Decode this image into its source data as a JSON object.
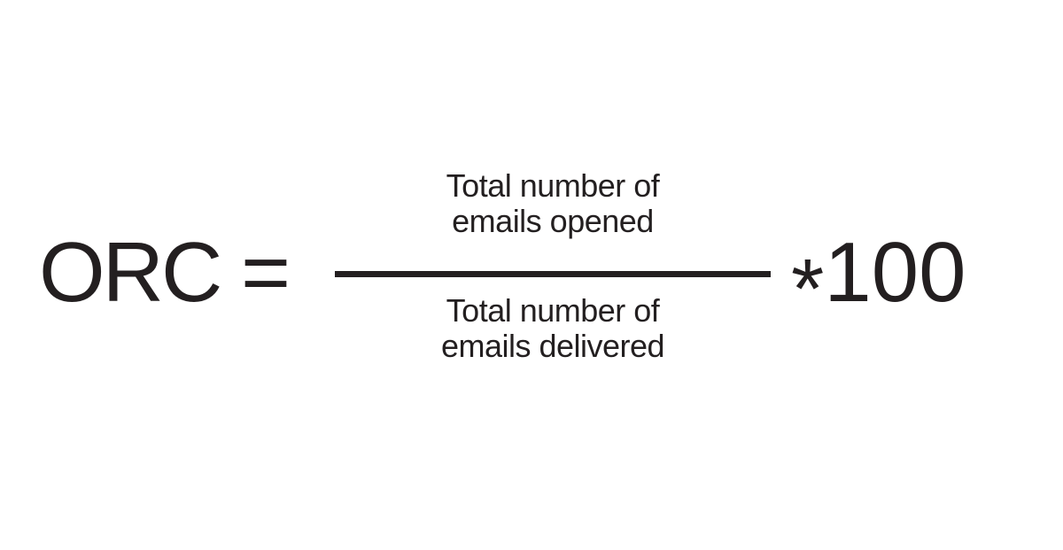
{
  "theme": {
    "ink": "#231f20",
    "background": "#ffffff"
  },
  "formula": {
    "lhs": "ORC =",
    "fraction": {
      "numerator": {
        "line1": "Total number of",
        "line2": "emails opened"
      },
      "denominator": {
        "line1": "Total number of",
        "line2": "emails delivered"
      }
    },
    "operator": "*",
    "multiplicand": "100"
  }
}
